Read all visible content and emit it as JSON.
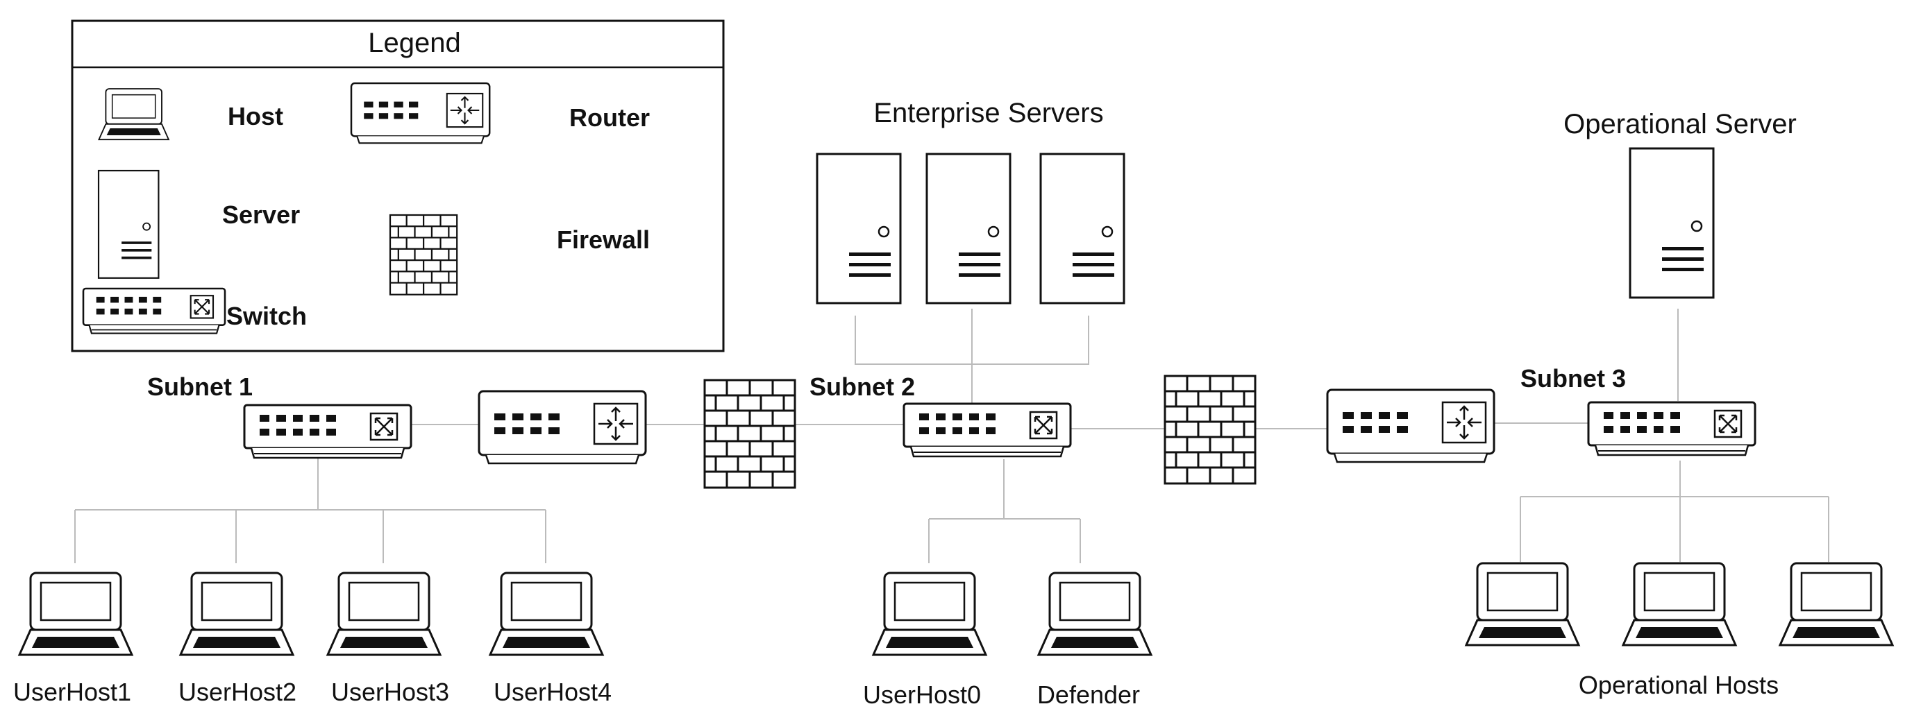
{
  "legend": {
    "title": "Legend",
    "host": "Host",
    "server": "Server",
    "switch": "Switch",
    "router": "Router",
    "firewall": "Firewall"
  },
  "subnets": {
    "subnet1": "Subnet 1",
    "subnet2": "Subnet 2",
    "subnet3": "Subnet 3"
  },
  "groups": {
    "enterprise_servers": "Enterprise Servers",
    "operational_server": "Operational Server",
    "operational_hosts": "Operational Hosts"
  },
  "hosts": {
    "userhost1": "UserHost1",
    "userhost2": "UserHost2",
    "userhost3": "UserHost3",
    "userhost4": "UserHost4",
    "userhost0": "UserHost0",
    "defender": "Defender"
  }
}
